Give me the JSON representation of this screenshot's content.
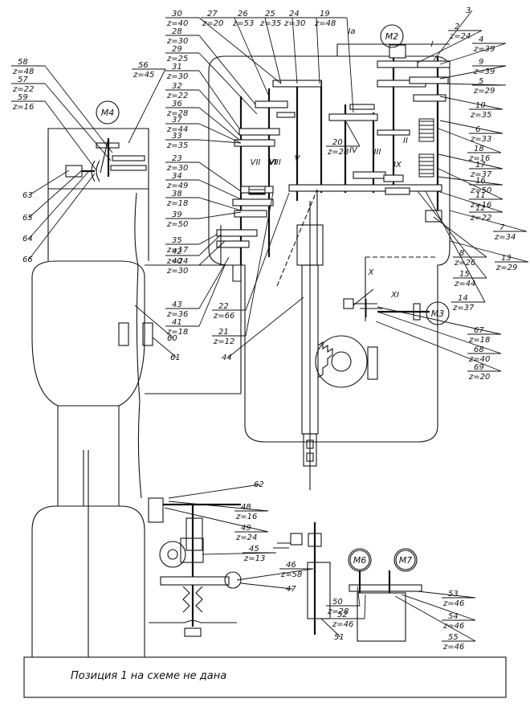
{
  "caption": "Позиция 1 на схеме не дана",
  "motors": [
    "M2",
    "M3",
    "M4",
    "M6",
    "M7"
  ],
  "shaft_labels": [
    "I",
    "Ia",
    "II",
    "III",
    "IV",
    "V",
    "VI",
    "VII",
    "VIII",
    "IX",
    "X",
    "XI"
  ],
  "part_labels": [
    {
      "id": "2",
      "z": "z=24"
    },
    {
      "id": "3",
      "z": ""
    },
    {
      "id": "4",
      "z": "z=39"
    },
    {
      "id": "5",
      "z": "z=29"
    },
    {
      "id": "6",
      "z": "z=33"
    },
    {
      "id": "7",
      "z": "z=34"
    },
    {
      "id": "8",
      "z": "z=26"
    },
    {
      "id": "9",
      "z": "z=39"
    },
    {
      "id": "10",
      "z": "z=35"
    },
    {
      "id": "11",
      "z": "z=16"
    },
    {
      "id": "12",
      "z": "z=22"
    },
    {
      "id": "13",
      "z": "z=29"
    },
    {
      "id": "14",
      "z": "z=37"
    },
    {
      "id": "15",
      "z": "z=44"
    },
    {
      "id": "16",
      "z": "z=50"
    },
    {
      "id": "17",
      "z": "z=37"
    },
    {
      "id": "18",
      "z": "z=16"
    },
    {
      "id": "19",
      "z": "z=48"
    },
    {
      "id": "20",
      "z": "z=28"
    },
    {
      "id": "21",
      "z": "z=12"
    },
    {
      "id": "22",
      "z": "z=66"
    },
    {
      "id": "23",
      "z": "z=30"
    },
    {
      "id": "24",
      "z": "z=30"
    },
    {
      "id": "25",
      "z": "z=35"
    },
    {
      "id": "26",
      "z": "z=53"
    },
    {
      "id": "27",
      "z": "z=20"
    },
    {
      "id": "28",
      "z": "z=30"
    },
    {
      "id": "29",
      "z": "z=25"
    },
    {
      "id": "30",
      "z": "z=40"
    },
    {
      "id": "31",
      "z": "z=30"
    },
    {
      "id": "32",
      "z": "z=22"
    },
    {
      "id": "33",
      "z": "z=35"
    },
    {
      "id": "34",
      "z": "z=49"
    },
    {
      "id": "35",
      "z": "z=17"
    },
    {
      "id": "36",
      "z": "z=28"
    },
    {
      "id": "37",
      "z": "z=44"
    },
    {
      "id": "38",
      "z": "z=18"
    },
    {
      "id": "39",
      "z": "z=50"
    },
    {
      "id": "40",
      "z": "z=30"
    },
    {
      "id": "41",
      "z": "z=18"
    },
    {
      "id": "42",
      "z": "z=24"
    },
    {
      "id": "43",
      "z": "z=36"
    },
    {
      "id": "44",
      "z": ""
    },
    {
      "id": "45",
      "z": "z=13"
    },
    {
      "id": "46",
      "z": "z=58"
    },
    {
      "id": "47",
      "z": ""
    },
    {
      "id": "48",
      "z": "z=16"
    },
    {
      "id": "49",
      "z": "z=24"
    },
    {
      "id": "50",
      "z": "z=28"
    },
    {
      "id": "51",
      "z": ""
    },
    {
      "id": "52",
      "z": "z=46"
    },
    {
      "id": "53",
      "z": "z=46"
    },
    {
      "id": "54",
      "z": "z=46"
    },
    {
      "id": "55",
      "z": "z=46"
    },
    {
      "id": "56",
      "z": "z=45"
    },
    {
      "id": "57",
      "z": "z=22"
    },
    {
      "id": "58",
      "z": "z=48"
    },
    {
      "id": "59",
      "z": "z=16"
    },
    {
      "id": "60",
      "z": ""
    },
    {
      "id": "61",
      "z": ""
    },
    {
      "id": "62",
      "z": ""
    },
    {
      "id": "63",
      "z": ""
    },
    {
      "id": "64",
      "z": ""
    },
    {
      "id": "65",
      "z": ""
    },
    {
      "id": "66",
      "z": ""
    },
    {
      "id": "67",
      "z": "z=18"
    },
    {
      "id": "68",
      "z": "z=40"
    },
    {
      "id": "69",
      "z": "z=20"
    }
  ]
}
